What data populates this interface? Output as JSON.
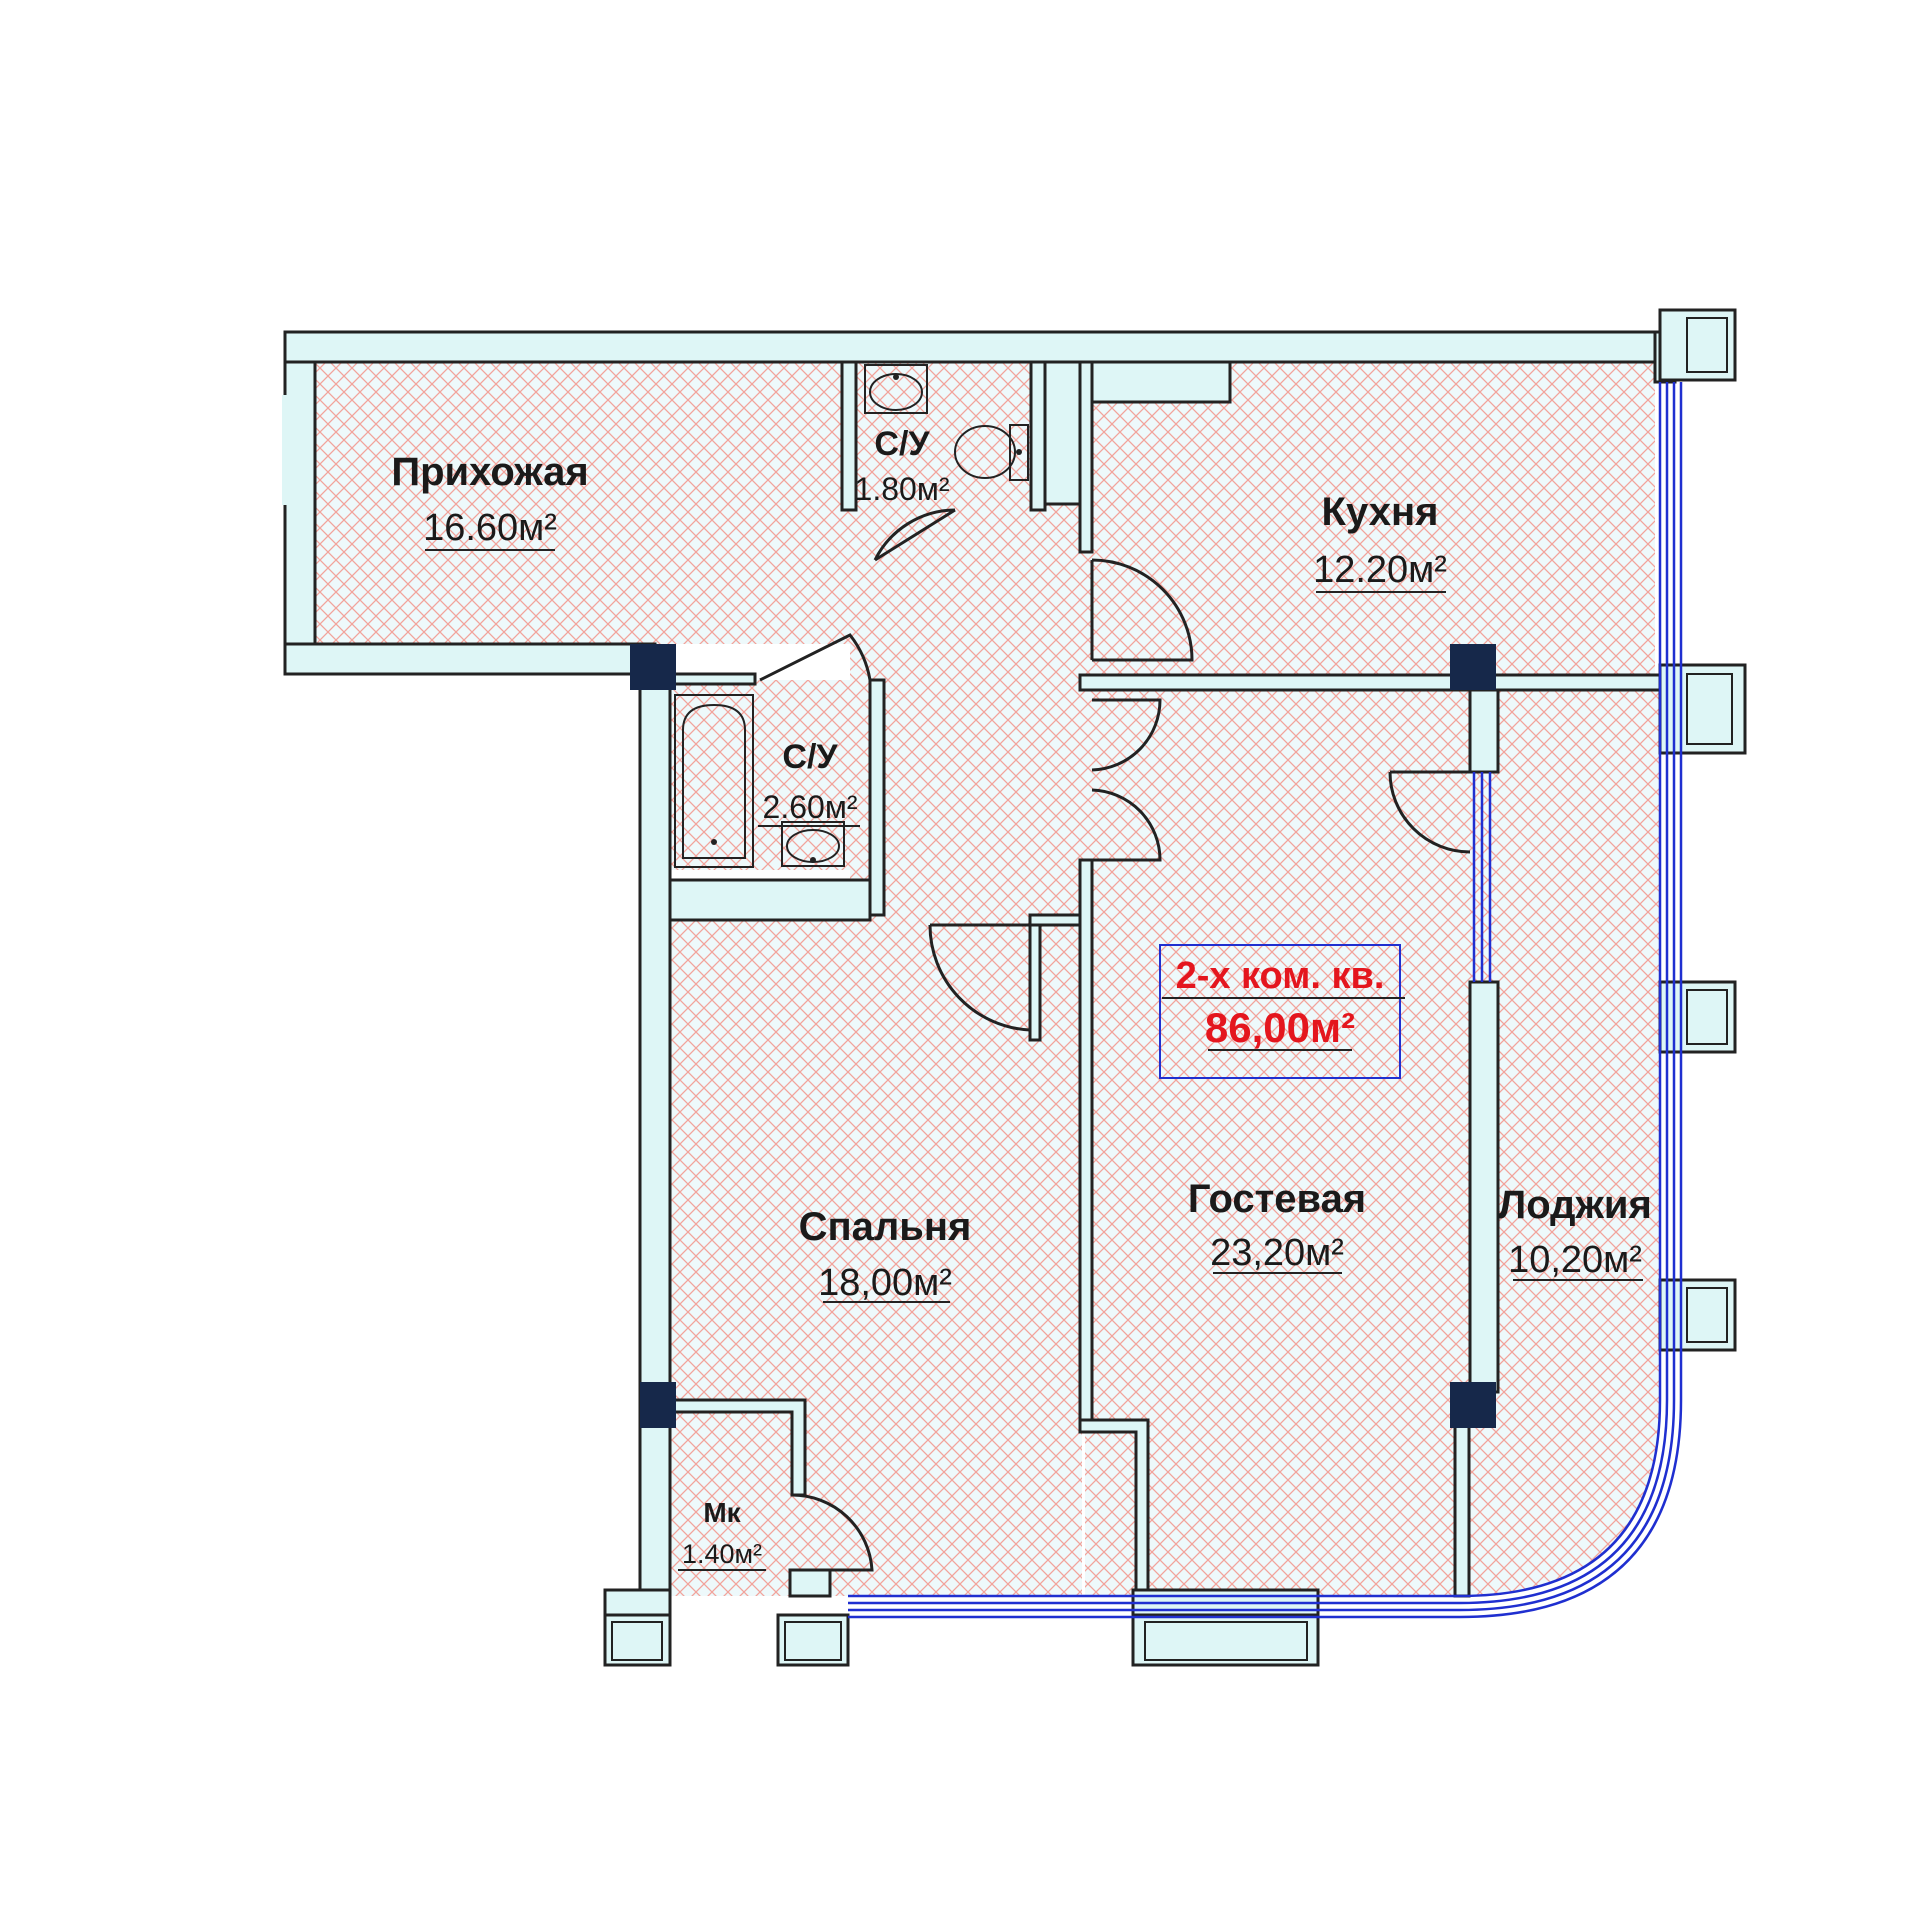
{
  "plan": {
    "rooms": [
      {
        "id": "hallway",
        "name": "Прихожая",
        "area": "16.60м²"
      },
      {
        "id": "wc1",
        "name": "С/У",
        "area": "1.80м²"
      },
      {
        "id": "kitchen",
        "name": "Кухня",
        "area": "12.20м²"
      },
      {
        "id": "wc2",
        "name": "С/У",
        "area": "2.60м²"
      },
      {
        "id": "bedroom",
        "name": "Спальня",
        "area": "18,00м²"
      },
      {
        "id": "living",
        "name": "Гостевая",
        "area": "23,20м²"
      },
      {
        "id": "loggia",
        "name": "Лоджия",
        "area": "10,20м²"
      },
      {
        "id": "closet",
        "name": "Мк",
        "area": "1.40м²"
      }
    ],
    "summary": {
      "type_label": "2-х ком. кв.",
      "total_area": "86,00м²",
      "text_color": "#e4161e",
      "frame_color": "#1f2fd0"
    },
    "colors": {
      "floor_fill": "#eef9fb",
      "hatch": "#f2a39b",
      "wall_fill": "#def6f6",
      "column": "#16284a",
      "glazing": "#1f2fd0"
    }
  }
}
